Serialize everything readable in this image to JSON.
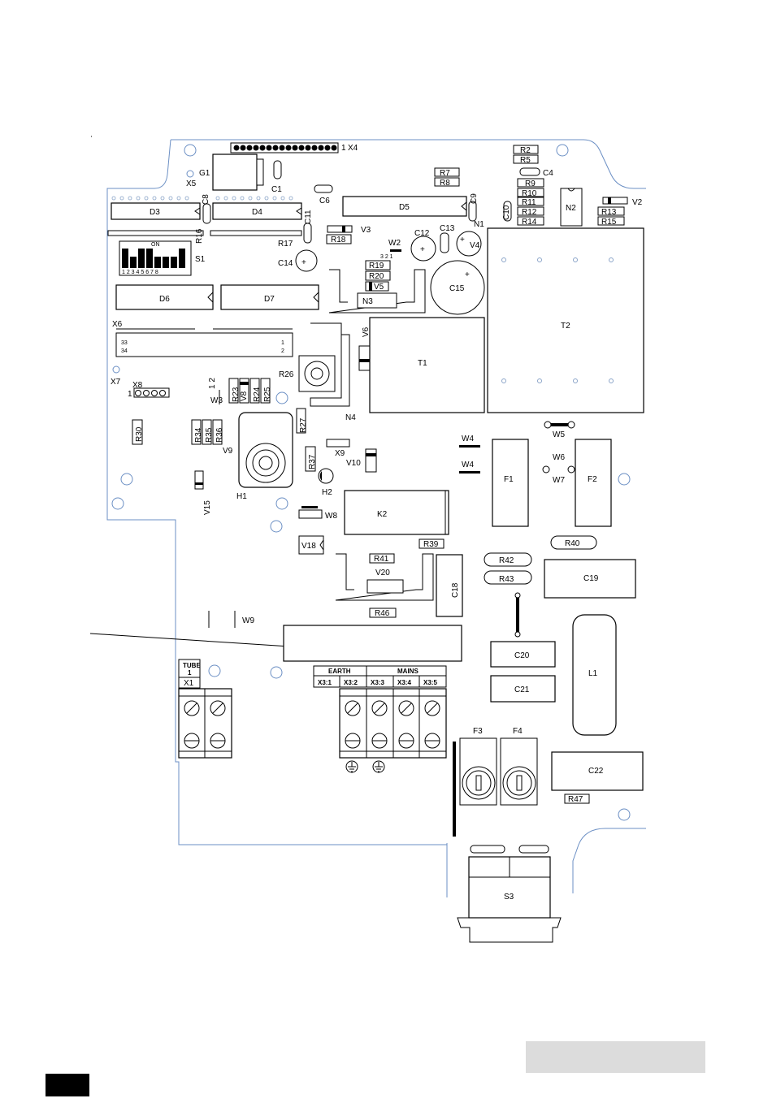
{
  "labels": {
    "X4": "X4",
    "X4_pin": "1",
    "G1": "G1",
    "X5": "X5",
    "C1": "C1",
    "C8": "C8",
    "C6": "C6",
    "D3": "D3",
    "D4": "D4",
    "D5": "D5",
    "D6": "D6",
    "D7": "D7",
    "R2": "R2",
    "R5": "R5",
    "R7": "R7",
    "R8": "R8",
    "R9": "R9",
    "R10": "R10",
    "R11": "R11",
    "R12": "R12",
    "R13": "R13",
    "R14": "R14",
    "R15": "R15",
    "R16": "R16",
    "R17": "R17",
    "R18": "R18",
    "R19": "R19",
    "R20": "R20",
    "R23": "R23",
    "R24": "R24",
    "R25": "R25",
    "R26": "R26",
    "R27": "R27",
    "R30": "R30",
    "R34": "R34",
    "R35": "R35",
    "R36": "R36",
    "R37": "R37",
    "R39": "R39",
    "R40": "R40",
    "R41": "R41",
    "R42": "R42",
    "R43": "R43",
    "R46": "R46",
    "R47": "R47",
    "C4": "C4",
    "C9": "C9",
    "C10": "C10",
    "C11": "C11",
    "C12": "C12",
    "C13": "C13",
    "C14": "C14",
    "C15": "C15",
    "C18": "C18",
    "C19": "C19",
    "C20": "C20",
    "C21": "C21",
    "C22": "C22",
    "N1": "N1",
    "N2": "N2",
    "N3": "N3",
    "N4": "N4",
    "V2": "V2",
    "V3": "V3",
    "V4": "V4",
    "V5": "V5",
    "V6": "V6",
    "V8": "V8",
    "V9": "V9",
    "V10": "V10",
    "V15": "V15",
    "V18": "V18",
    "V20": "V20",
    "W2": "W2",
    "W2_pins": "3 2 1",
    "W3": "W3",
    "W3_pins": "1 2",
    "W4a": "W4",
    "W4b": "W4",
    "W5": "W5",
    "W6": "W6",
    "W7": "W7",
    "W8": "W8",
    "W9": "W9",
    "S1": "S1",
    "S1_on": "ON",
    "S1_nums": "1 2 3 4 5 6 7 8",
    "S3": "S3",
    "T1": "T1",
    "T2": "T2",
    "X6": "X6",
    "X6_33": "33",
    "X6_34": "34",
    "X6_1": "1",
    "X6_2": "2",
    "X7": "X7",
    "X8": "X8",
    "X8_pin": "1",
    "X9": "X9",
    "H1": "H1",
    "H2": "H2",
    "K2": "K2",
    "F1": "F1",
    "F2": "F2",
    "F3": "F3",
    "F4": "F4",
    "L1": "L1",
    "X1": "X1",
    "tube": "TUBE",
    "tube_num": "1",
    "earth": "EARTH",
    "mains": "MAINS",
    "X3_1": "X3:1",
    "X3_2": "X3:2",
    "X3_3": "X3:3",
    "X3_4": "X3:4",
    "X3_5": "X3:5"
  }
}
